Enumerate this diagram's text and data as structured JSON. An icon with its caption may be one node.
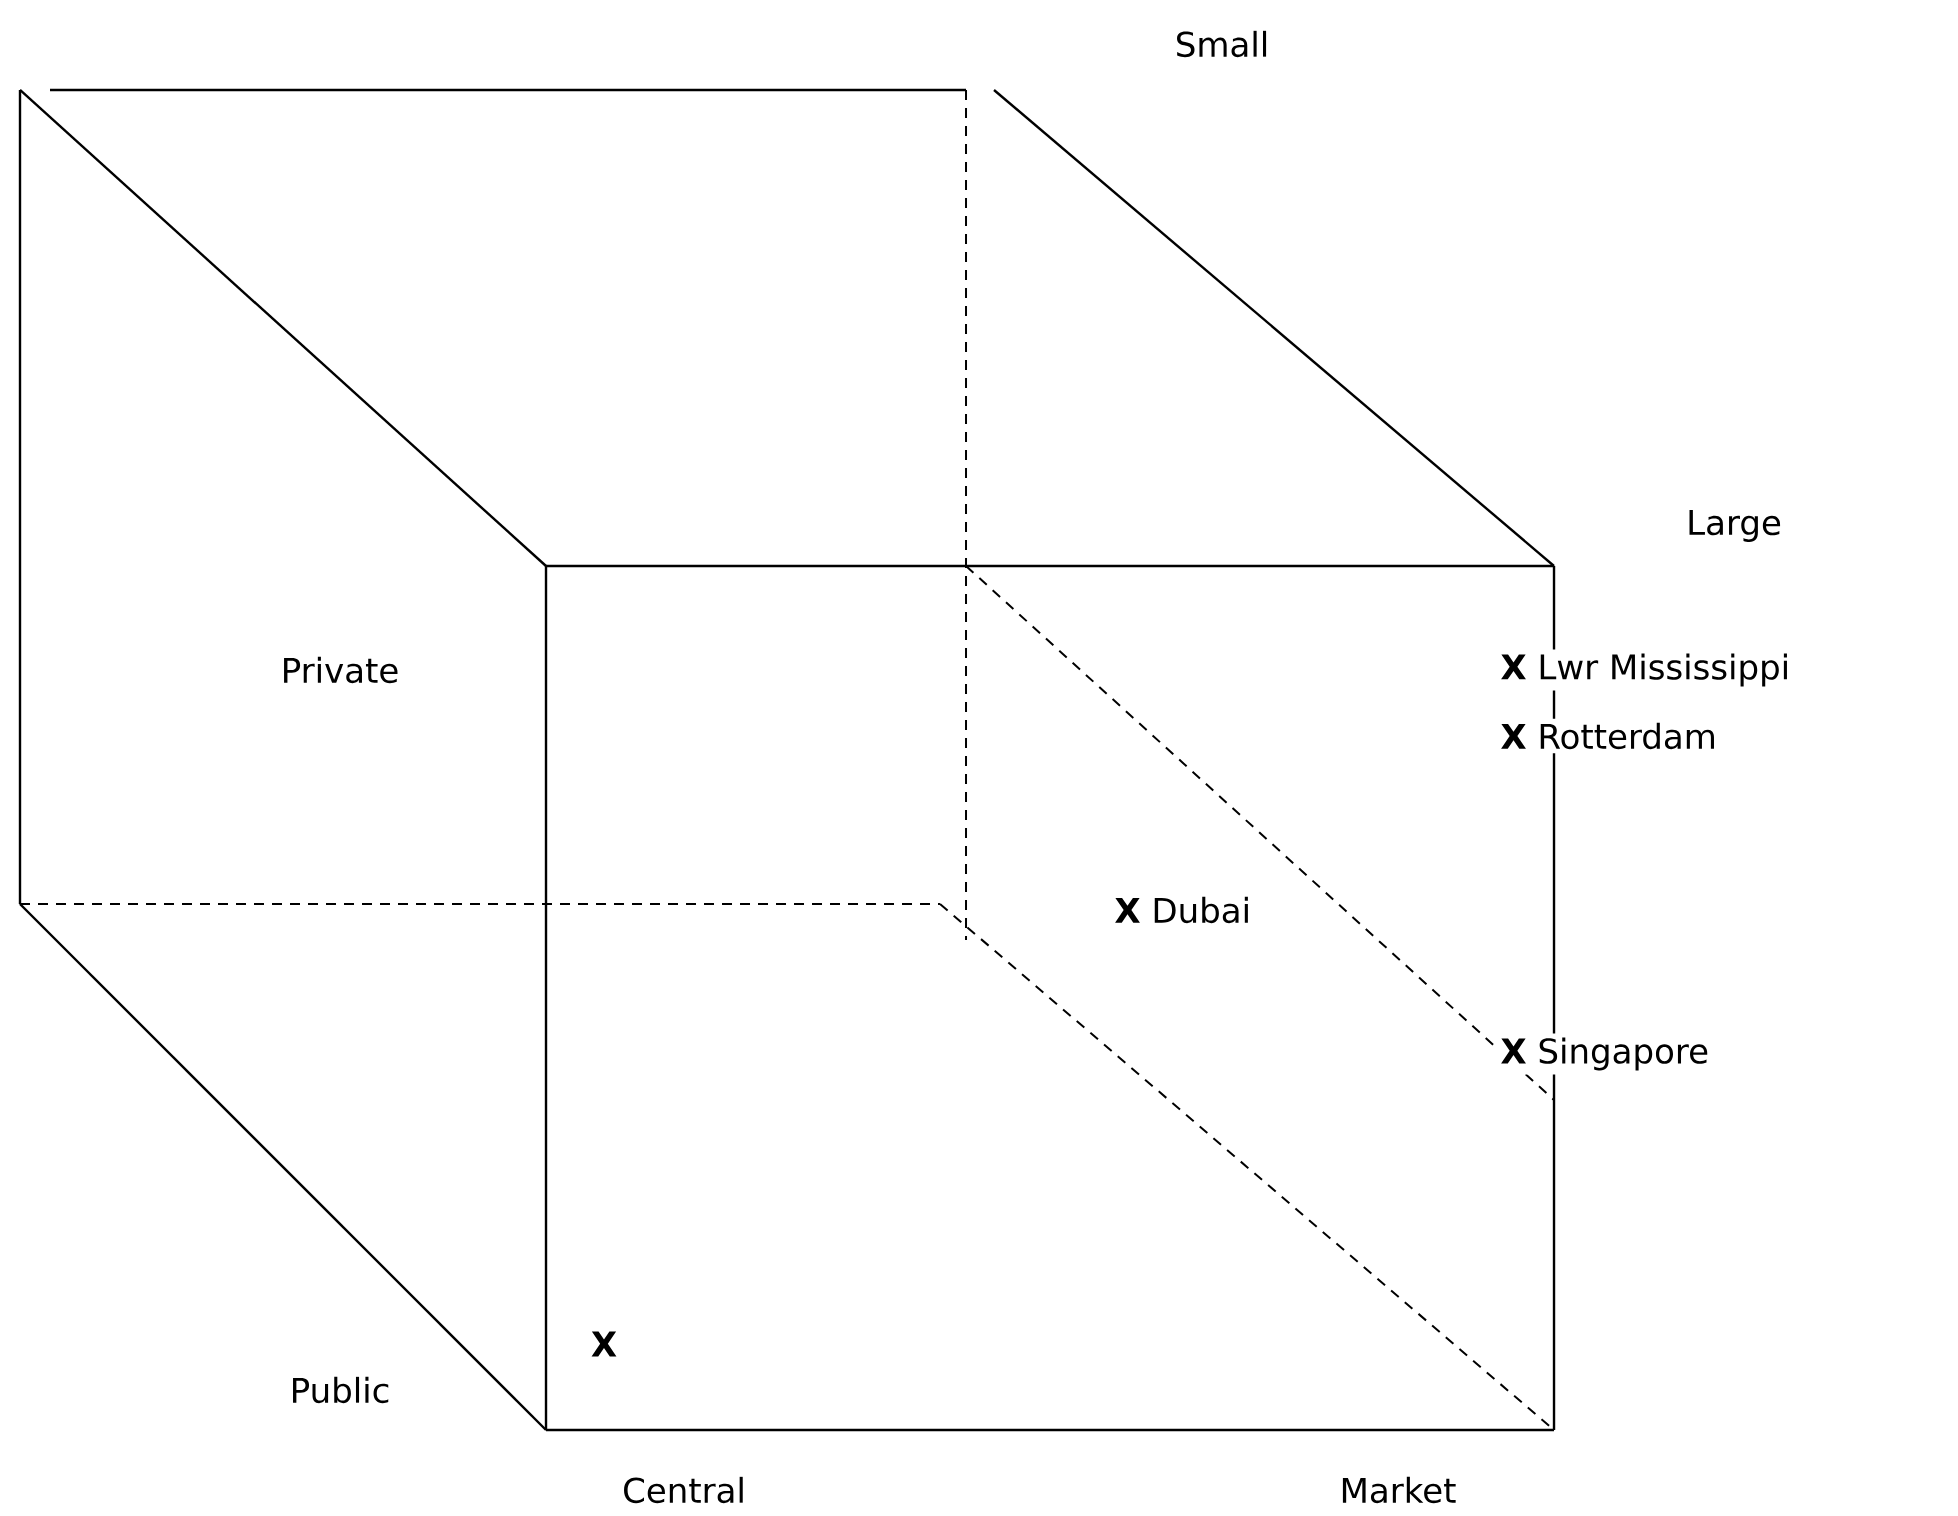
{
  "diagram": {
    "labels": [
      "Small",
      "Large",
      "Private",
      "**X** Lwr Mississippi",
      "**X** Rotterdam",
      "**X** Dubai",
      "**X** Singapore",
      "X",
      "Public",
      "Central",
      "Market"
    ]
  }
}
